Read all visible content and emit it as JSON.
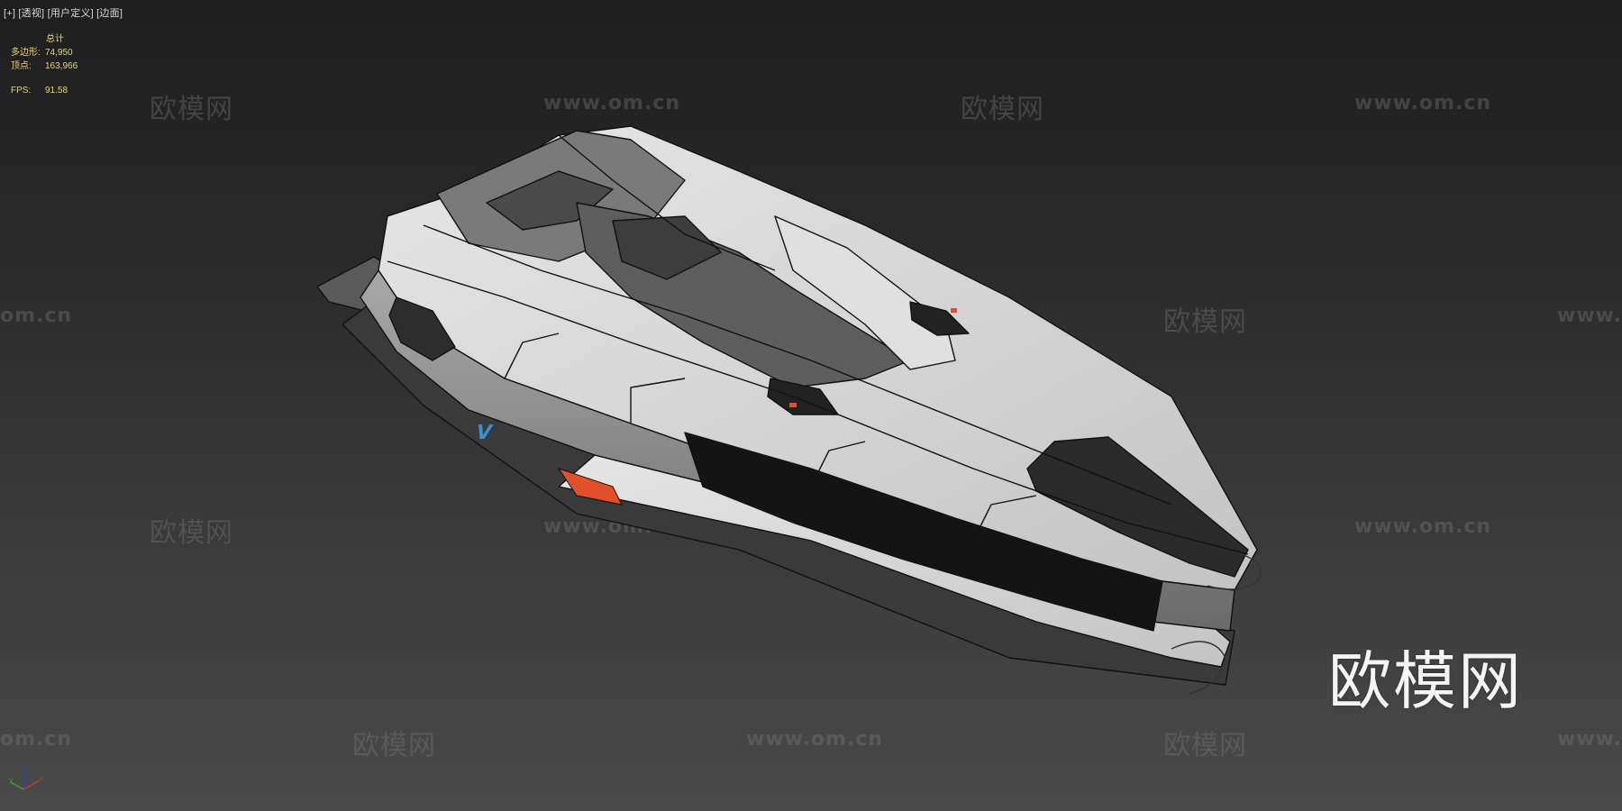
{
  "viewport": {
    "label_plus": "[+]",
    "label_view": "[透视]",
    "label_shading_custom": "[用户定义]",
    "label_shading_edges": "[边面]"
  },
  "stats": {
    "header": "总计",
    "polygons_label": "多边形:",
    "polygons_value": "74,950",
    "vertices_label": "顶点:",
    "vertices_value": "163,966",
    "fps_label": "FPS:",
    "fps_value": "91.58"
  },
  "axis_gizmo": {
    "x_label": "x",
    "y_label": "y",
    "z_label": "z",
    "x_color": "#c83a2a",
    "y_color": "#3fa03a",
    "z_color": "#2f3fb8"
  },
  "watermarks": {
    "brand_cn": "欧模网",
    "brand_url": "www.om.cn",
    "brand_url_partial_left": "om.cn",
    "brand_url_partial_right": "www."
  },
  "logo": {
    "text": "欧模网"
  },
  "model": {
    "hull_color": "#d9d9d9",
    "hull_shadow": "#9a9a9a",
    "canopy_color": "#2a2a2a",
    "accent_orange": "#e0502a",
    "accent_blue": "#3a8fd0",
    "wire_color": "#111111"
  }
}
